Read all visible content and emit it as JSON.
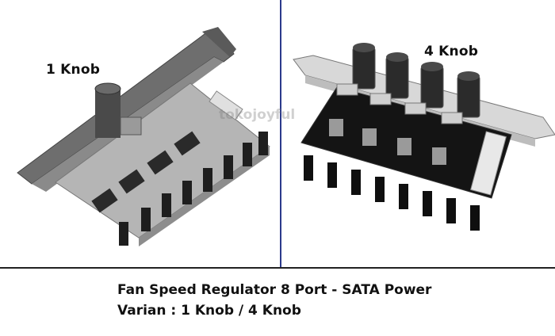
{
  "labels": {
    "left_variant": "1 Knob",
    "right_variant": "4 Knob"
  },
  "watermark": "tokojoyful",
  "caption": {
    "line1": "Fan Speed Regulator 8 Port - SATA Power",
    "line2": "Varian : 1 Knob / 4 Knob"
  }
}
